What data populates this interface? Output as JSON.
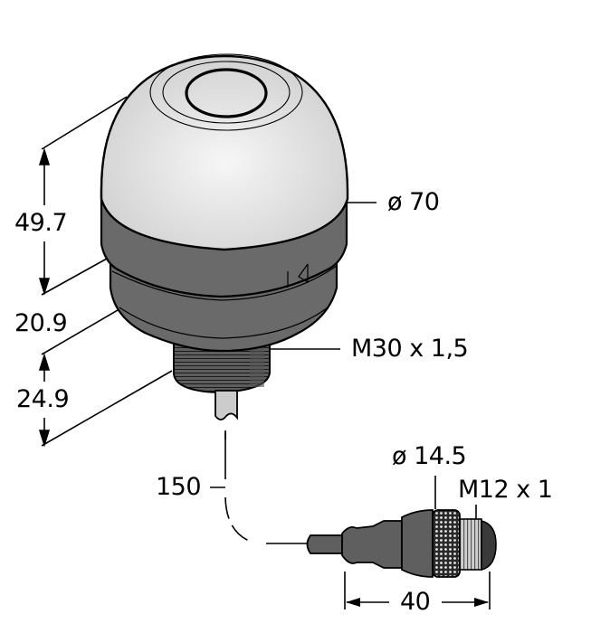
{
  "diagram": {
    "type": "dimensional technical drawing",
    "subject": "dome indicator light with M30 mount and cable to M12 connector",
    "colors": {
      "dome": "#e2e2e2",
      "housing": "#6a6a6a",
      "cable": "#cccccc",
      "connector": "#5f5f5f",
      "thread": "#c8c8c8",
      "line": "#000000"
    }
  },
  "dimensions": {
    "dome_height": "49.7",
    "housing_height": "20.9",
    "mount_height": "24.9",
    "body_diameter": "ø 70",
    "mount_thread": "M30 x 1,5",
    "cable_length": "150",
    "connector_diameter": "ø 14.5",
    "connector_thread": "M12 x 1",
    "connector_length": "40"
  }
}
